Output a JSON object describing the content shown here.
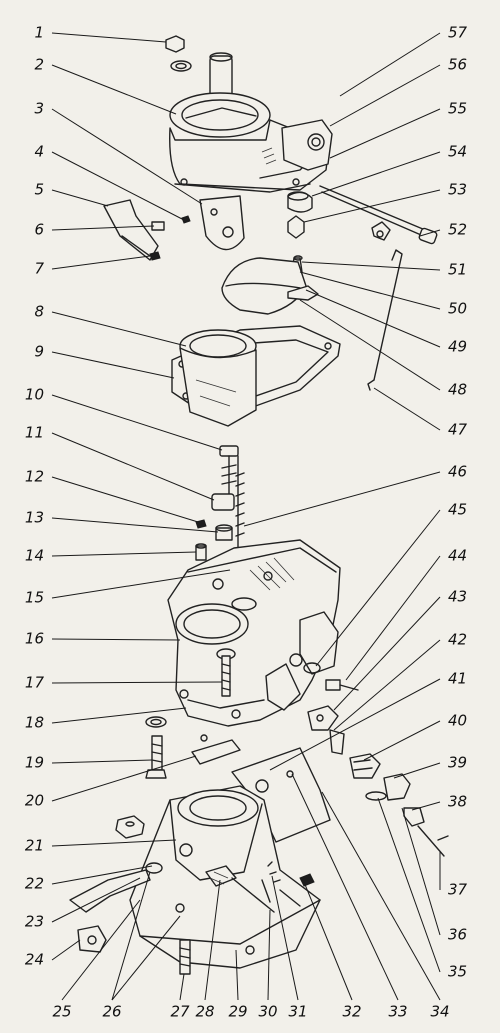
{
  "figure": {
    "labels_left": [
      "1",
      "2",
      "3",
      "4",
      "5",
      "6",
      "7",
      "8",
      "9",
      "10",
      "11",
      "12",
      "13",
      "14",
      "15",
      "16",
      "17",
      "18",
      "19",
      "20",
      "21",
      "22",
      "23",
      "24"
    ],
    "labels_right": [
      "57",
      "56",
      "55",
      "54",
      "53",
      "52",
      "51",
      "50",
      "49",
      "48",
      "47",
      "46",
      "45",
      "44",
      "43",
      "42",
      "41",
      "40",
      "39",
      "38",
      "37",
      "36",
      "35"
    ],
    "labels_bottom": [
      "25",
      "26",
      "27",
      "28",
      "29",
      "30",
      "31",
      "32",
      "33",
      "34"
    ]
  }
}
